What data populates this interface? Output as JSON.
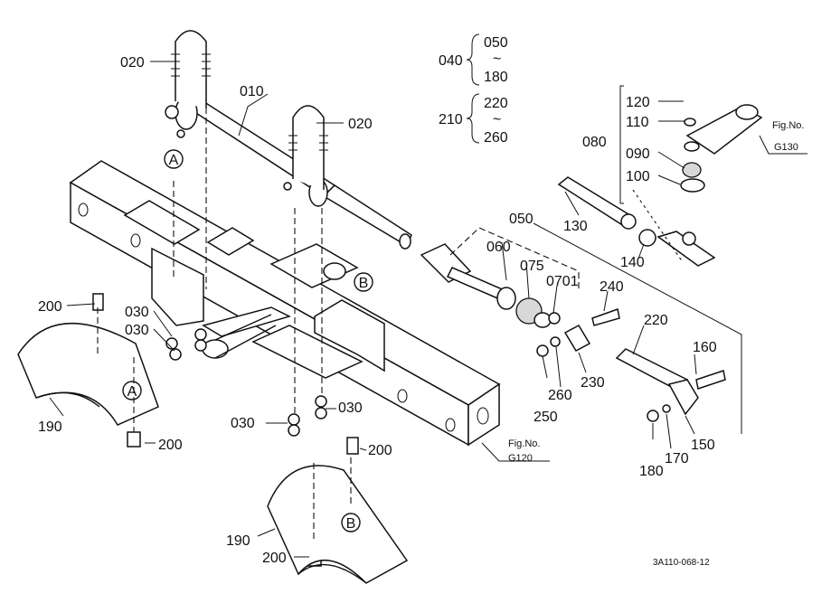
{
  "labels": {
    "p010": "010",
    "p020a": "020",
    "p020b": "020",
    "p030a": "030",
    "p030b": "030",
    "p030c": "030",
    "p030d": "030",
    "p040": "040",
    "p040_from": "050",
    "p040_tilde": "~",
    "p040_to": "180",
    "p210": "210",
    "p210_from": "220",
    "p210_tilde": "~",
    "p210_to": "260",
    "p050": "050",
    "p060": "060",
    "p075": "075",
    "p0701": "0701",
    "p080": "080",
    "p090": "090",
    "p100": "100",
    "p110": "110",
    "p120": "120",
    "p130": "130",
    "p140": "140",
    "p150": "150",
    "p160": "160",
    "p170": "170",
    "p180": "180",
    "p190a": "190",
    "p190b": "190",
    "p200a": "200",
    "p200b": "200",
    "p200c": "200",
    "p200d": "200",
    "p220": "220",
    "p230": "230",
    "p240": "240",
    "p250": "250",
    "p260": "260"
  },
  "markers": {
    "A1": "A",
    "A2": "A",
    "B1": "B",
    "B2": "B"
  },
  "figrefs": {
    "g130_title": "Fig.No.",
    "g130_code": "G130",
    "g120_title": "Fig.No.",
    "g120_code": "G120"
  },
  "drawing_code": "3A110-068-12"
}
